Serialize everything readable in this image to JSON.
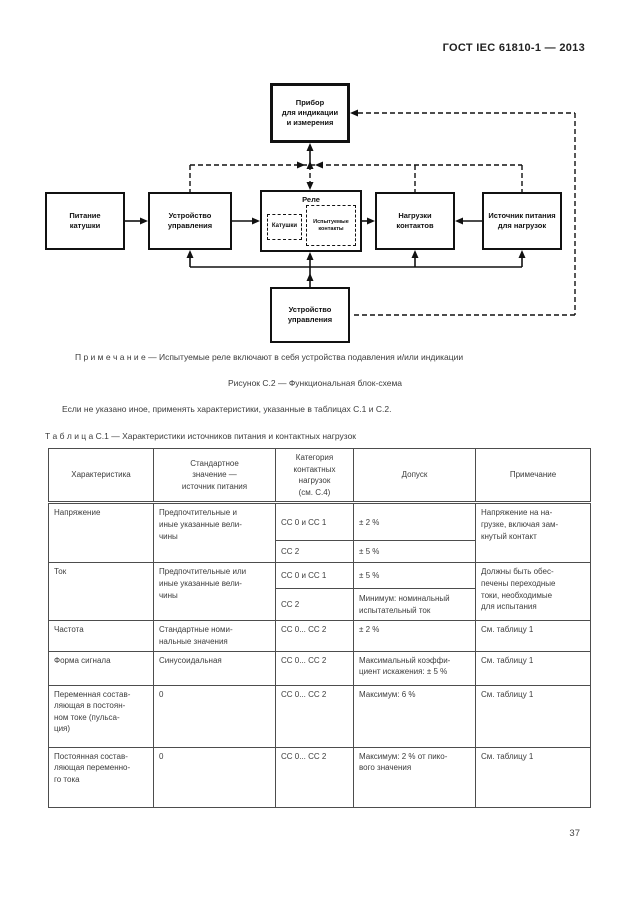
{
  "page": {
    "header": "ГОСТ IEC 61810-1 — 2013",
    "page_number": "37",
    "ink_color": "#111111"
  },
  "diagram": {
    "nodes": {
      "indicator": "Прибор\nдля индикации\nи измерения",
      "coil_supply": "Питание\nкатушки",
      "control_top": "Устройство\nуправления",
      "relay": "Реле",
      "coils": "Катушки",
      "test_contacts": "Испытуемые\nконтакты",
      "contact_loads": "Нагрузки\nконтактов",
      "load_supply": "Источник питания\nдля нагрузок",
      "control_bottom": "Устройство\nуправления"
    }
  },
  "texts": {
    "note": "П р и м е ч а н и е — Испытуемые реле включают в себя устройства подавления и/или индикации",
    "figure_caption": "Рисунок С.2 — Функциональная блок-схема",
    "paragraph": "Если не указано иное, применять характеристики, указанные в таблицах С.1 и С.2."
  },
  "table": {
    "title": "Т а б л и ц а  С.1 — Характеристики источников питания и контактных нагрузок",
    "headers": [
      "Характеристика",
      "Стандартное\nзначение —\nисточник питания",
      "Категория\nконтактных\nнагрузок\n(см. С.4)",
      "Допуск",
      "Примечание"
    ],
    "rows": {
      "voltage": {
        "name": "Напряжение",
        "std": "Предпочтительные и\nиные указанные вели-\nчины",
        "cat1": "СС 0  и  СС 1",
        "tol1": "± 2 %",
        "cat2": "СС 2",
        "tol2": "± 5 %",
        "note": "Напряжение на на-\nгрузке, включая зам-\nкнутый контакт"
      },
      "current": {
        "name": "Ток",
        "std": "Предпочтительные или\nиные указанные вели-\nчины",
        "cat1": "СС 0  и  СС 1",
        "tol1": "± 5 %",
        "cat2": "СС 2",
        "tol2": "Минимум: номинальный\nиспытательный ток",
        "note": "Должны быть обес-\nпечены переходные\nтоки, необходимые\nдля испытания"
      },
      "frequency": {
        "name": "Частота",
        "std": "Стандартные  номи-\nнальные значения",
        "cat": "СС 0... СС 2",
        "tol": "± 2 %",
        "note": "См. таблицу 1"
      },
      "waveform": {
        "name": "Форма сигнала",
        "std": "Синусоидальная",
        "cat": "СС 0... СС 2",
        "tol": "Максимальный коэффи-\nциент искажения: ± 5 %",
        "note": "См. таблицу 1"
      },
      "ac_component": {
        "name": "Переменная состав-\nляющая в постоян-\nном токе (пульса-\nция)",
        "std": "0",
        "cat": "СС 0... СС 2",
        "tol": "Максимум: 6 %",
        "note": "См. таблицу 1"
      },
      "dc_component": {
        "name": "Постоянная состав-\nляющая переменно-\nго тока",
        "std": "0",
        "cat": "СС 0... СС 2",
        "tol": "Максимум: 2 % от пико-\nвого значения",
        "note": "См. таблицу 1"
      }
    }
  }
}
